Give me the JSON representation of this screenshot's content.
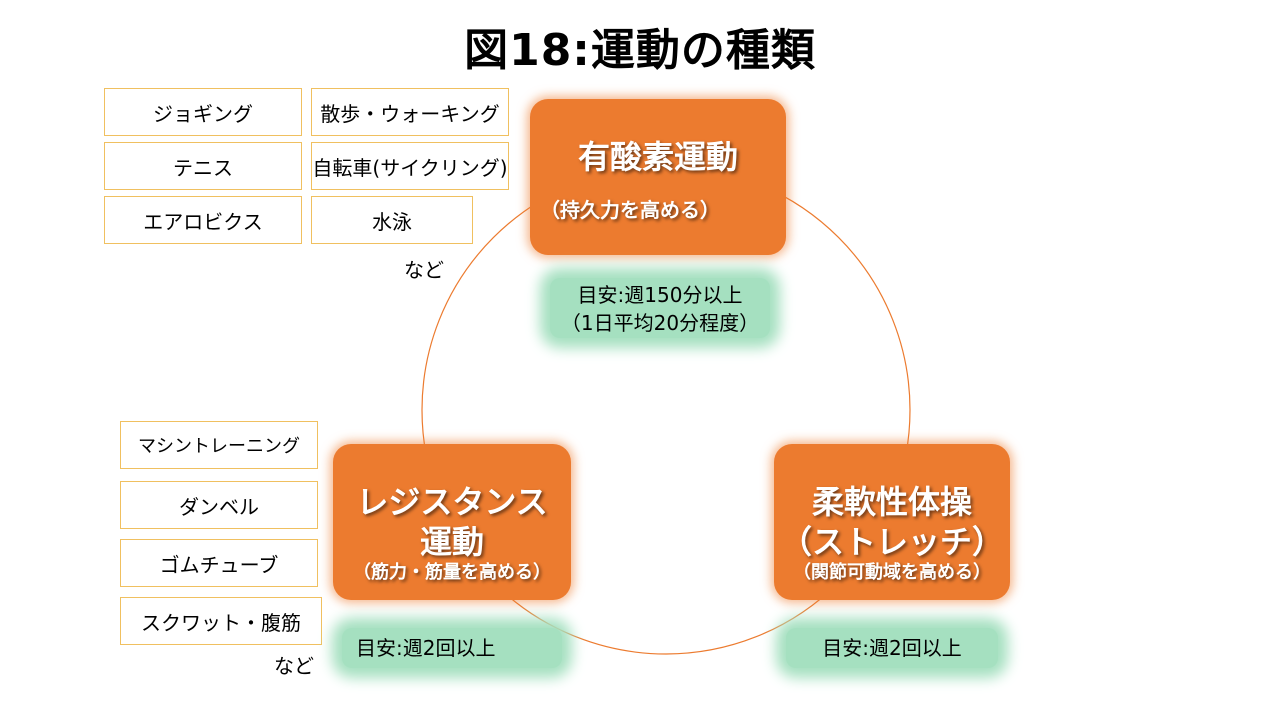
{
  "title": "図18:運動の種類",
  "aerobic": {
    "heading": "有酸素運動",
    "subheading": "（持久力を高める）",
    "guideline_1": "目安:週150分以上",
    "guideline_2": "（1日平均20分程度）",
    "examples": [
      "ジョギング",
      "散歩・ウォーキング",
      "テニス",
      "自転車(サイクリング)",
      "エアロビクス",
      "水泳"
    ],
    "etc": "など"
  },
  "resistance": {
    "heading_1": "レジスタンス",
    "heading_2": "運動",
    "subheading": "（筋力・筋量を高める）",
    "guideline": "目安:週2回以上",
    "examples": [
      "マシントレーニング",
      "ダンベル",
      "ゴムチューブ",
      "スクワット・腹筋"
    ],
    "etc": "など"
  },
  "flexibility": {
    "heading_1": "柔軟性体操",
    "heading_2": "（ストレッチ）",
    "subheading": "（関節可動域を高める）",
    "guideline": "目安:週2回以上"
  },
  "colors": {
    "orange": "#ec7b2f",
    "green": "#a5e0c0",
    "box_border": "#f0c060",
    "ring": "#ec7b2f"
  }
}
